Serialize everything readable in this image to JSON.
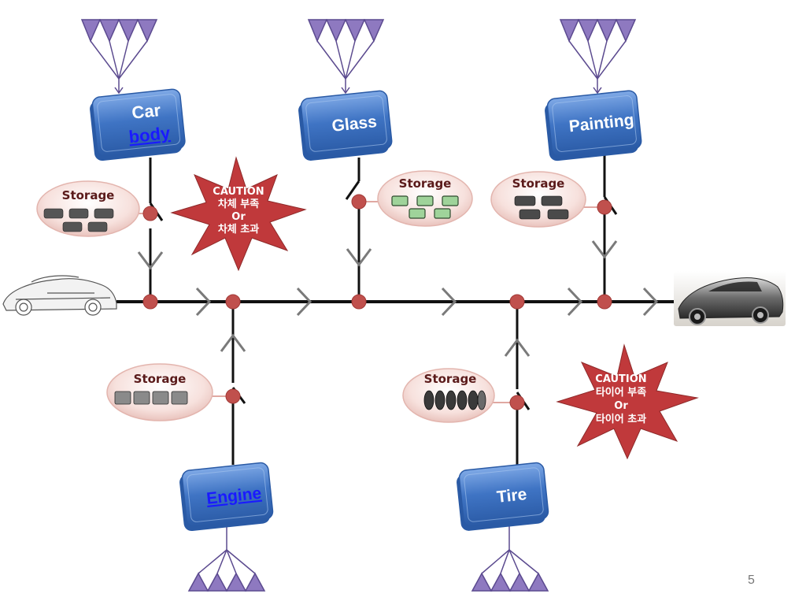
{
  "stations": {
    "car_body": {
      "label_line1": "Car",
      "label_line2": "body"
    },
    "glass": {
      "label": "Glass"
    },
    "painting": {
      "label": "Painting"
    },
    "engine": {
      "label": "Engine"
    },
    "tire": {
      "label": "Tire"
    }
  },
  "storages": {
    "car_body": {
      "label": "Storage"
    },
    "glass": {
      "label": "Storage"
    },
    "painting": {
      "label": "Storage"
    },
    "engine": {
      "label": "Storage"
    },
    "tire": {
      "label": "Storage"
    }
  },
  "cautions": {
    "body": {
      "line1": "CAUTION",
      "line2": "차체 부족",
      "line3": "Or",
      "line4": "차체 초과"
    },
    "tire": {
      "line1": "CAUTION",
      "line2": "타이어 부족",
      "line3": "Or",
      "line4": "타이어 초과"
    }
  },
  "page_number": "5",
  "colors": {
    "box_blue": "#3f74c4",
    "node_red": "#c0504d",
    "storage_fill": "#f6dcd8",
    "caution_red": "#c0393b",
    "supplier_purple": "#8e79c0"
  }
}
